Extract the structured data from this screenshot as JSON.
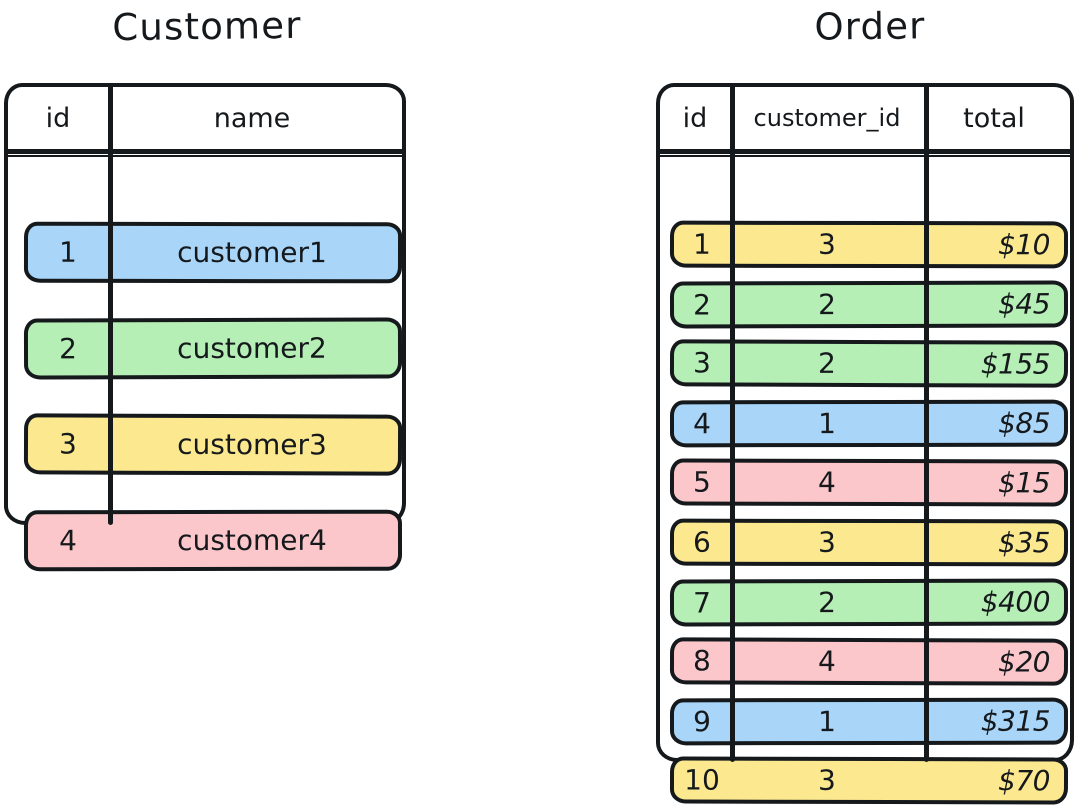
{
  "palette": {
    "ink": "#15191c",
    "paper": "#ffffff",
    "blue": "#a8d5f8",
    "green": "#b6efb6",
    "yellow": "#fbe88f",
    "pink": "#fcc7cb"
  },
  "customer_table": {
    "title": "Customer",
    "columns": [
      "id",
      "name"
    ],
    "rows": [
      {
        "id": "1",
        "name": "customer1",
        "color": "blue"
      },
      {
        "id": "2",
        "name": "customer2",
        "color": "green"
      },
      {
        "id": "3",
        "name": "customer3",
        "color": "yellow"
      },
      {
        "id": "4",
        "name": "customer4",
        "color": "pink"
      }
    ]
  },
  "order_table": {
    "title": "Order",
    "columns": [
      "id",
      "customer_id",
      "total"
    ],
    "rows": [
      {
        "id": "1",
        "customer_id": "3",
        "total": "$10",
        "color": "yellow"
      },
      {
        "id": "2",
        "customer_id": "2",
        "total": "$45",
        "color": "green"
      },
      {
        "id": "3",
        "customer_id": "2",
        "total": "$155",
        "color": "green"
      },
      {
        "id": "4",
        "customer_id": "1",
        "total": "$85",
        "color": "blue"
      },
      {
        "id": "5",
        "customer_id": "4",
        "total": "$15",
        "color": "pink"
      },
      {
        "id": "6",
        "customer_id": "3",
        "total": "$35",
        "color": "yellow"
      },
      {
        "id": "7",
        "customer_id": "2",
        "total": "$400",
        "color": "green"
      },
      {
        "id": "8",
        "customer_id": "4",
        "total": "$20",
        "color": "pink"
      },
      {
        "id": "9",
        "customer_id": "1",
        "total": "$315",
        "color": "blue"
      },
      {
        "id": "10",
        "customer_id": "3",
        "total": "$70",
        "color": "yellow"
      }
    ]
  }
}
